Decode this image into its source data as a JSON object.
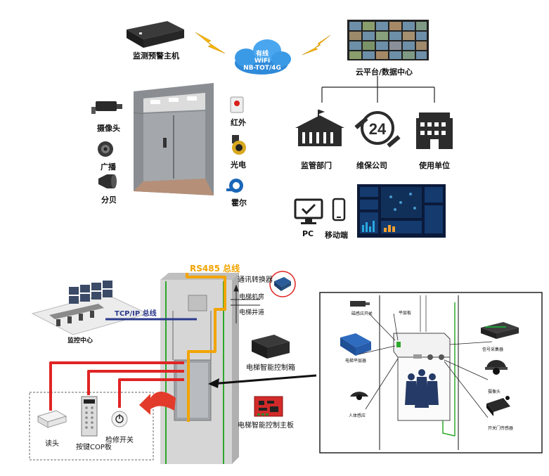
{
  "top": {
    "host_label": "监测预警主机",
    "cloud_lines": [
      "有线",
      "WiFi",
      "NB-TOT/4G"
    ],
    "platform_label": "云平台/数据中心",
    "left_devices": [
      "摄像头",
      "广播",
      "分贝"
    ],
    "right_devices": [
      "红外",
      "光电",
      "霍尔"
    ],
    "orgs": [
      "监管部门",
      "维保公司",
      "使用单位"
    ],
    "terminals": [
      "PC",
      "移动端"
    ]
  },
  "bottom": {
    "rs485": "RS485 总线",
    "tcpip": "TCP/IP 总线",
    "monitor_center": "监控中心",
    "converter": "通讯转换器",
    "machine_room": "电梯机房",
    "shaft": "电梯井道",
    "control_box": "电梯智能控制箱",
    "main_board": "电梯智能控制主板",
    "reader": "读头",
    "cop_panel": "按键COP板",
    "service_switch": "检修开关"
  },
  "detail": {
    "labels": [
      "磁感应开关",
      "平层板",
      "电梯平层器",
      "信号采集器",
      "摄像头",
      "人体感应",
      "开关门传感器"
    ]
  },
  "colors": {
    "rs485": "#f2a400",
    "tcpip": "#2c3a8c",
    "red_bus": "#e02424",
    "green_wire": "#2ca82c",
    "arrow_red": "#e23b2b"
  }
}
